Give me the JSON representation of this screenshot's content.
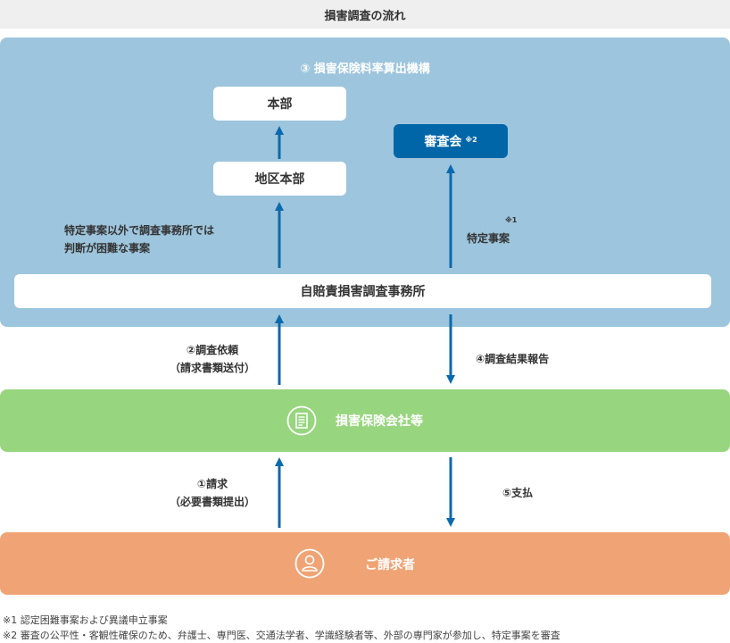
{
  "header": {
    "title": "損害調査の流れ"
  },
  "organization": {
    "title": "③ 損害保険料率算出機構",
    "headquarters": "本部",
    "regional_hq": "地区本部",
    "review_board": {
      "label": "審査会",
      "mark": "※2"
    },
    "office": "自賠責損害調査事務所",
    "note_difficult_line1": "特定事案以外で調査事務所では",
    "note_difficult_line2": "判断が困難な事案",
    "note_specific_mark": "※1",
    "note_specific": "特定事案"
  },
  "flow": {
    "step2_line1": "②調査依頼",
    "step2_line2": "（請求書類送付）",
    "step4": "④調査結果報告",
    "step1_line1": "①請求",
    "step1_line2": "（必要書類提出）",
    "step5": "⑤支払"
  },
  "insurer": {
    "label": "損害保険会社等",
    "icon": "document-icon"
  },
  "claimant": {
    "label": "ご請求者",
    "icon": "person-icon"
  },
  "footnotes": {
    "note1": "※1 認定困難事案および異議申立事案",
    "note2": "※2 審査の公平性・客観性確保のため、弁護士、専門医、交通法学者、学識経験者等、外部の専門家が参加し、特定事案を審査"
  },
  "colors": {
    "panel": "#9dc5dd",
    "arrow": "#0b6aad",
    "review_board": "#0066a8",
    "insurer": "#98d57f",
    "claimant": "#f0a475",
    "header": "#efefef"
  }
}
